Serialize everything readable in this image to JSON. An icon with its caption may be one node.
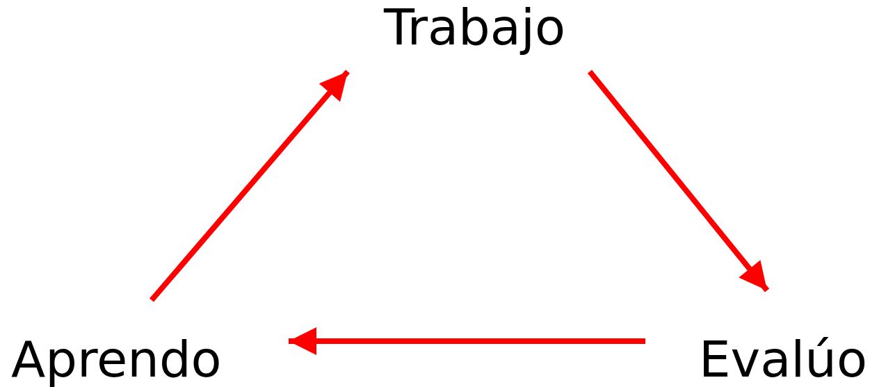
{
  "diagram": {
    "nodes": [
      {
        "text": [
          "Trabajo"
        ]
      },
      {
        "text": [
          "Evalúo"
        ]
      },
      {
        "text": [
          "Aprendo"
        ]
      }
    ],
    "edges": [
      {
        "from": 2,
        "to": 0,
        "arrow": "to"
      },
      {
        "from": 0,
        "to": 1,
        "arrow": "to"
      },
      {
        "from": 1,
        "to": 2,
        "arrow": "to"
      }
    ]
  }
}
